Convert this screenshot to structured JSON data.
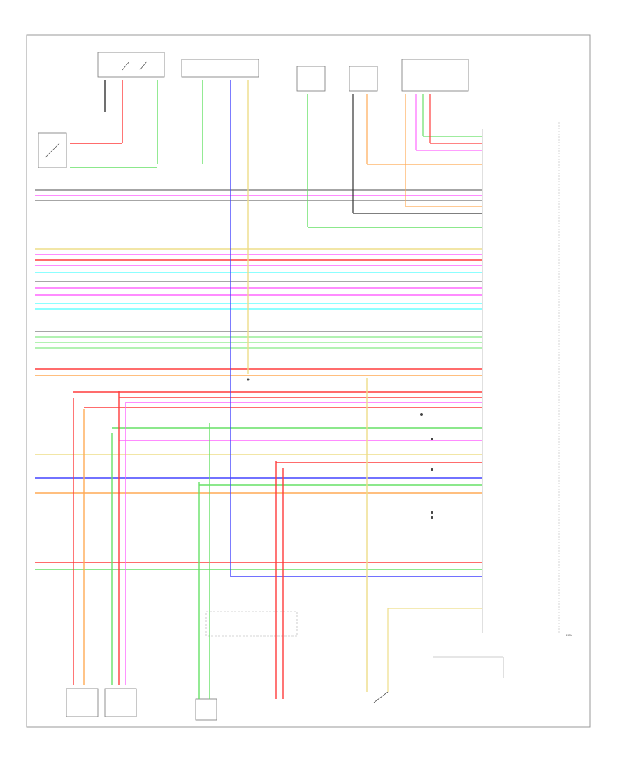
{
  "diagram": {
    "title": "",
    "ecm_label": "ECM",
    "ecm_sublabel": "",
    "figure_tag": "",
    "colors": {
      "border": "#999999",
      "text": "#444444",
      "wire_red": "#ff3b3b",
      "wire_pink": "#ff66ff",
      "wire_green": "#66e066",
      "wire_lt_green": "#99ee99",
      "wire_blue": "#4444ff",
      "wire_cyan": "#66ffff",
      "wire_orange": "#ffaa55",
      "wire_yellow": "#eedd88",
      "wire_gray": "#888888",
      "wire_black": "#333333",
      "wire_violet": "#aa66ff"
    },
    "top_components": [
      {
        "id": "c1",
        "label": ""
      },
      {
        "id": "c2",
        "label": ""
      },
      {
        "id": "c3",
        "label": ""
      },
      {
        "id": "c4",
        "label": ""
      },
      {
        "id": "c5",
        "label": ""
      },
      {
        "id": "c6",
        "label": ""
      }
    ],
    "bottom_components": [
      {
        "id": "b1",
        "label": ""
      },
      {
        "id": "b2",
        "label": ""
      },
      {
        "id": "b3",
        "label": ""
      },
      {
        "id": "b4",
        "label": ""
      },
      {
        "id": "b5",
        "label": ""
      },
      {
        "id": "b6",
        "label": ""
      }
    ],
    "wires": [
      {
        "color": "gray"
      },
      {
        "color": "pink"
      },
      {
        "color": "gray"
      },
      {
        "color": "yellow"
      },
      {
        "color": "pink"
      },
      {
        "color": "red"
      },
      {
        "color": "pink"
      },
      {
        "color": "cyan"
      },
      {
        "color": "gray"
      },
      {
        "color": "pink"
      },
      {
        "color": "pink"
      },
      {
        "color": "cyan"
      },
      {
        "color": "cyan"
      },
      {
        "color": "gray"
      },
      {
        "color": "lt_green"
      },
      {
        "color": "lt_green"
      },
      {
        "color": "lt_green"
      },
      {
        "color": "red"
      },
      {
        "color": "orange"
      },
      {
        "color": "red"
      },
      {
        "color": "red"
      },
      {
        "color": "pink"
      },
      {
        "color": "red"
      },
      {
        "color": "green"
      },
      {
        "color": "pink"
      },
      {
        "color": "yellow"
      },
      {
        "color": "red"
      },
      {
        "color": "blue"
      },
      {
        "color": "green"
      },
      {
        "color": "orange"
      },
      {
        "color": "red"
      },
      {
        "color": "green"
      }
    ]
  }
}
